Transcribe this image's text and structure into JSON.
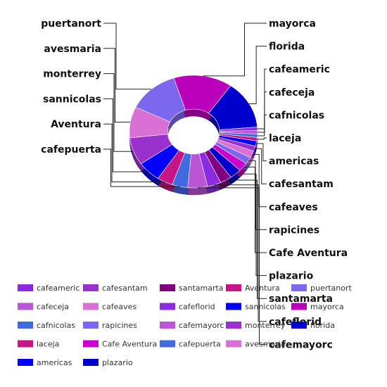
{
  "chart_data": {
    "type": "pie",
    "style": "donut-3d",
    "title": "",
    "slices": [
      {
        "label": "mayorca",
        "value": 15.0,
        "color": "#BB00BB"
      },
      {
        "label": "florida",
        "value": 14.0,
        "color": "#0000CC"
      },
      {
        "label": "cafeameric",
        "value": 1.0,
        "color": "#8A2BE2"
      },
      {
        "label": "cafeceja",
        "value": 1.0,
        "color": "#BA55D3"
      },
      {
        "label": "cafnicolas",
        "value": 1.0,
        "color": "#4169E1"
      },
      {
        "label": "laceja",
        "value": 1.0,
        "color": "#C71585"
      },
      {
        "label": "americas",
        "value": 1.5,
        "color": "#0000FF"
      },
      {
        "label": "cafesantam",
        "value": 1.5,
        "color": "#9932CC"
      },
      {
        "label": "cafeaves",
        "value": 2.0,
        "color": "#DA70D6"
      },
      {
        "label": "rapicines",
        "value": 2.0,
        "color": "#7B68EE"
      },
      {
        "label": "Cafe Aventura",
        "value": 2.5,
        "color": "#CC00CC"
      },
      {
        "label": "plazario",
        "value": 3.0,
        "color": "#0000CC"
      },
      {
        "label": "santamarta",
        "value": 3.0,
        "color": "#800080"
      },
      {
        "label": "cafeflorid",
        "value": 3.5,
        "color": "#8A2BE2"
      },
      {
        "label": "cafemayorc",
        "value": 5.0,
        "color": "#BA55D3"
      },
      {
        "label": "cafepuerta",
        "value": 4.0,
        "color": "#4169E1"
      },
      {
        "label": "Aventura",
        "value": 4.0,
        "color": "#C71585"
      },
      {
        "label": "sannicolas",
        "value": 6.0,
        "color": "#0000FF"
      },
      {
        "label": "monterrey",
        "value": 8.0,
        "color": "#9932CC"
      },
      {
        "label": "avesmaria",
        "value": 9.0,
        "color": "#DA70D6"
      },
      {
        "label": "puertanort",
        "value": 13.0,
        "color": "#7B68EE"
      }
    ],
    "legend": {
      "placement": "bottom",
      "rows": [
        [
          "cafeameric",
          "cafesantam",
          "santamarta",
          "Aventura",
          "puertanort"
        ],
        [
          "cafeceja",
          "cafeaves",
          "cafeflorid",
          "sannicolas",
          "mayorca"
        ],
        [
          "cafnicolas",
          "rapicines",
          "cafemayorc",
          "monterrey",
          "florida"
        ],
        [
          "laceja",
          "Cafe Aventura",
          "cafepuerta",
          "avesmaria"
        ],
        [
          "americas",
          "plazario"
        ]
      ]
    }
  }
}
